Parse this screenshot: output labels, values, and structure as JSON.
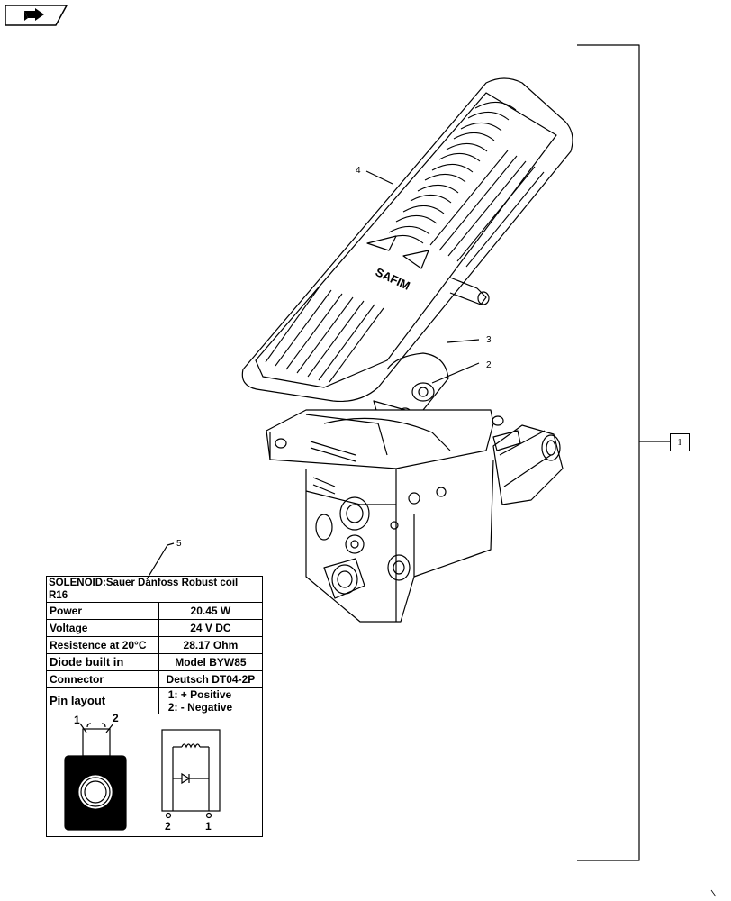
{
  "callouts": {
    "c1": "1",
    "c2": "2",
    "c3": "3",
    "c4": "4",
    "c5": "5"
  },
  "pedal_logo": "SAFIM",
  "spec_table": {
    "title": "SOLENOID:Sauer Danfoss Robust coil R16",
    "rows": [
      {
        "label": "Power",
        "value": "20.45 W"
      },
      {
        "label": "Voltage",
        "value": "24 V DC"
      },
      {
        "label": "Resistence at 20°C",
        "value": "28.17 Ohm"
      },
      {
        "label": "Diode built in",
        "value": "Model BYW85"
      },
      {
        "label": "Connector",
        "value": "Deutsch DT04-2P"
      }
    ],
    "pin_layout": {
      "label": "Pin layout",
      "line1": "1: + Positive",
      "line2": "2: - Negative"
    }
  },
  "wiring": {
    "coil_pin1": "1",
    "coil_pin2": "2",
    "schematic_pin2": "2",
    "schematic_pin1": "1"
  },
  "icons": {
    "nav": "next-page-arrow-icon"
  }
}
